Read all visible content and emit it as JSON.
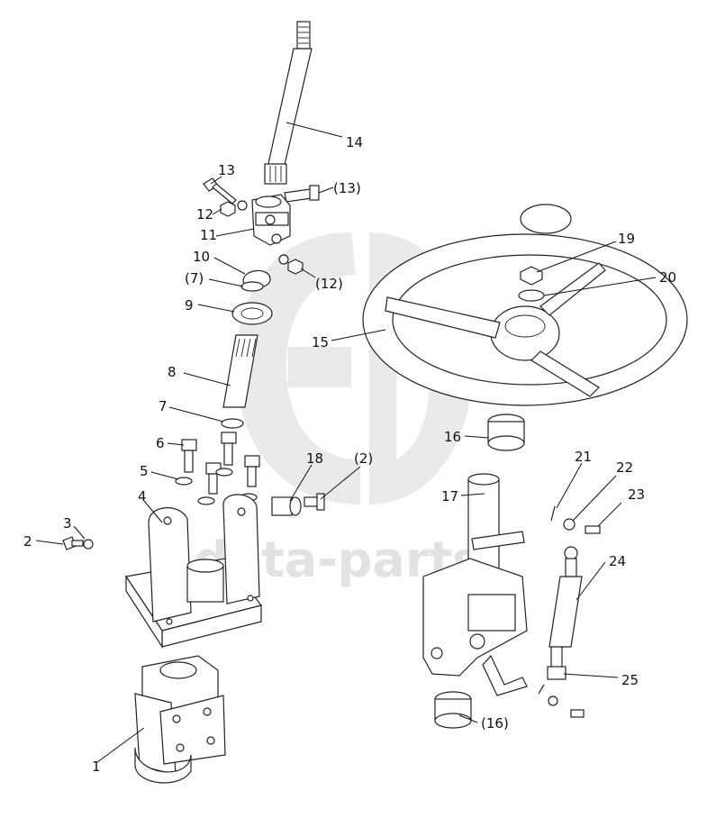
{
  "watermark": {
    "text": "data-parts"
  },
  "labels": {
    "l1": "1",
    "l2": "2",
    "l3": "3",
    "l4": "4",
    "l5": "5",
    "l6": "6",
    "l7": "7",
    "l7b": "(7)",
    "l8": "8",
    "l9": "9",
    "l10": "10",
    "l11": "11",
    "l12": "12",
    "l12b": "(12)",
    "l13": "13",
    "l13b": "(13)",
    "l14": "14",
    "l15": "15",
    "l16": "16",
    "l16b": "(16)",
    "l17": "17",
    "l18": "18",
    "l19": "19",
    "l20": "20",
    "l21": "21",
    "l22": "22",
    "l23": "23",
    "l24": "24",
    "l25": "25",
    "l2b": "(2)"
  }
}
